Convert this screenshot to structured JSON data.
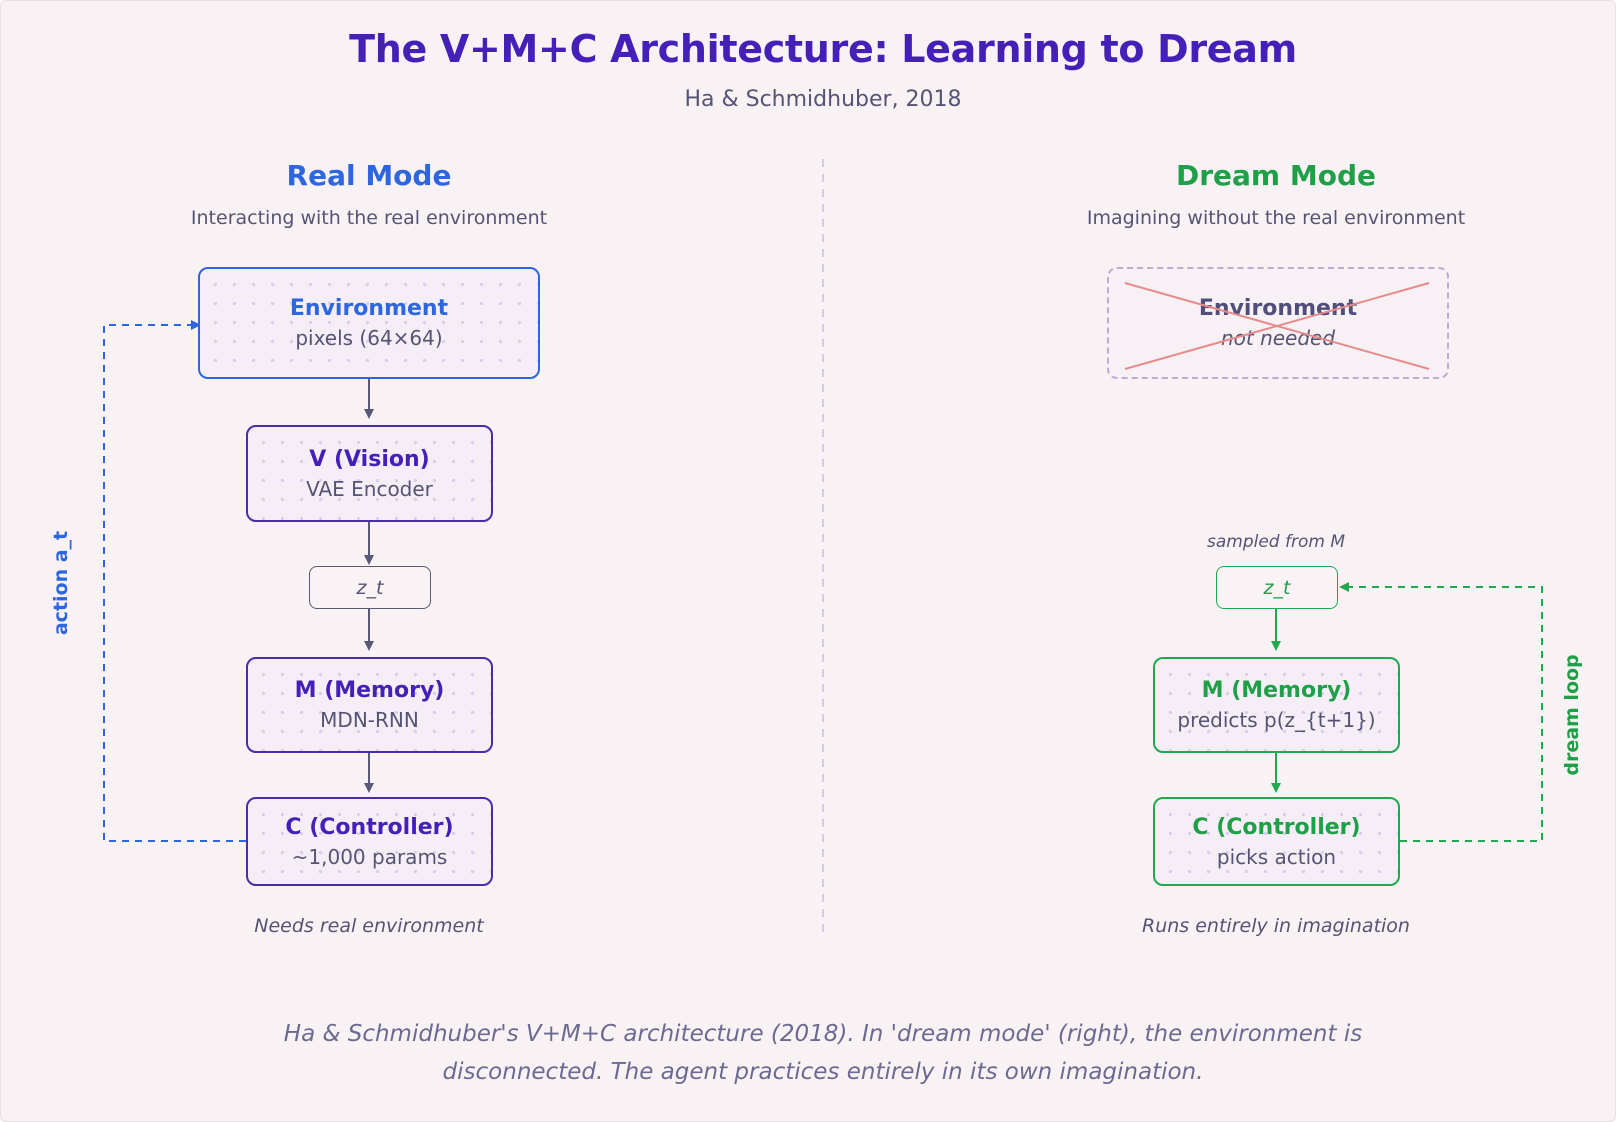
{
  "title": "The V+M+C Architecture: Learning to Dream",
  "subtitle": "Ha & Schmidhuber, 2018",
  "real_mode": {
    "title": "Real Mode",
    "subtitle": "Interacting with the real environment",
    "environment": {
      "name": "Environment",
      "desc": "pixels (64×64)"
    },
    "vision": {
      "name": "V (Vision)",
      "desc": "VAE Encoder"
    },
    "latent": "z_t",
    "memory": {
      "name": "M (Memory)",
      "desc": "MDN-RNN"
    },
    "controller": {
      "name": "C (Controller)",
      "desc": "~1,000 params"
    },
    "loop_label": "action a_t",
    "footer_note": "Needs real environment"
  },
  "dream_mode": {
    "title": "Dream Mode",
    "subtitle": "Imagining without the real environment",
    "environment": {
      "name": "Environment",
      "desc": "not needed"
    },
    "latent_note": "sampled from M",
    "latent": "z_t",
    "memory": {
      "name": "M (Memory)",
      "desc": "predicts p(z_{t+1})"
    },
    "controller": {
      "name": "C (Controller)",
      "desc": "picks action"
    },
    "loop_label": "dream loop",
    "footer_note": "Runs entirely in imagination"
  },
  "caption": {
    "line1": "Ha & Schmidhuber's V+M+C architecture (2018). In 'dream mode' (right), the environment is",
    "line2": "disconnected. The agent practices entirely in its own imagination."
  },
  "colors": {
    "real_accent": "#2e66e0",
    "dream_accent": "#1f9f47",
    "node_border": "#4b2ca8",
    "title": "#4520b8",
    "cross": "#e88a8a"
  }
}
